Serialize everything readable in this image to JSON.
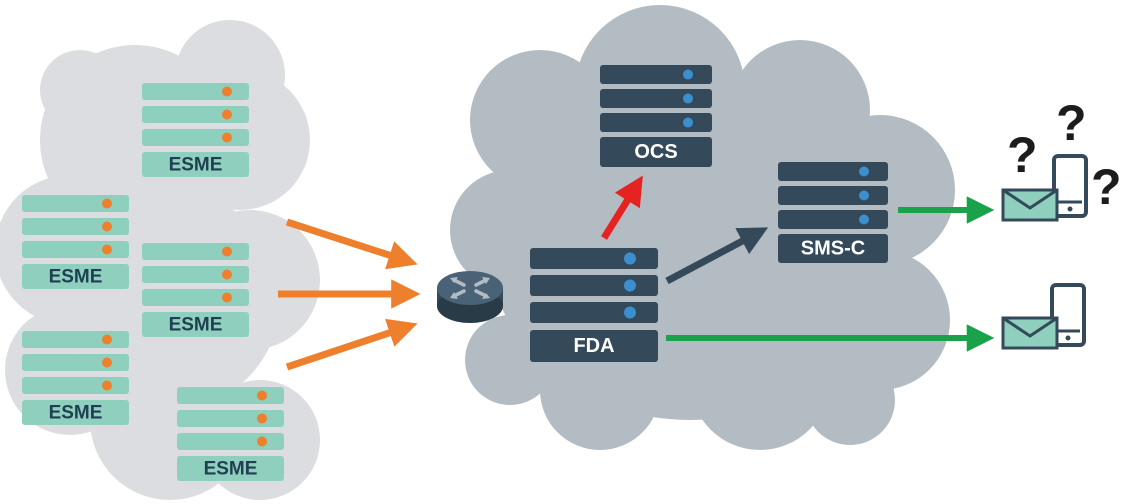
{
  "colors": {
    "left_cloud": "#dcdde0",
    "right_cloud": "#b3bcc2",
    "esme_blade": "#8fcfbd",
    "esme_led": "#ee7f2d",
    "server_blade": "#34495a",
    "server_led": "#3b8fcf",
    "arrow_orange": "#ee7f2d",
    "arrow_red": "#e52421",
    "arrow_dark": "#34495a",
    "arrow_green": "#1aa24a",
    "router": "#34495a",
    "envelope": "#8fcfbd"
  },
  "icons": [
    "router-icon",
    "envelope-icon",
    "phone-icon",
    "question-mark-icon"
  ],
  "esmes": [
    {
      "label": "ESME"
    },
    {
      "label": "ESME"
    },
    {
      "label": "ESME"
    },
    {
      "label": "ESME"
    },
    {
      "label": "ESME"
    }
  ],
  "servers": {
    "ocs": {
      "label": "OCS"
    },
    "fda": {
      "label": "FDA"
    },
    "smsc": {
      "label": "SMS-C"
    }
  },
  "question_marks": [
    "?",
    "?",
    "?"
  ]
}
